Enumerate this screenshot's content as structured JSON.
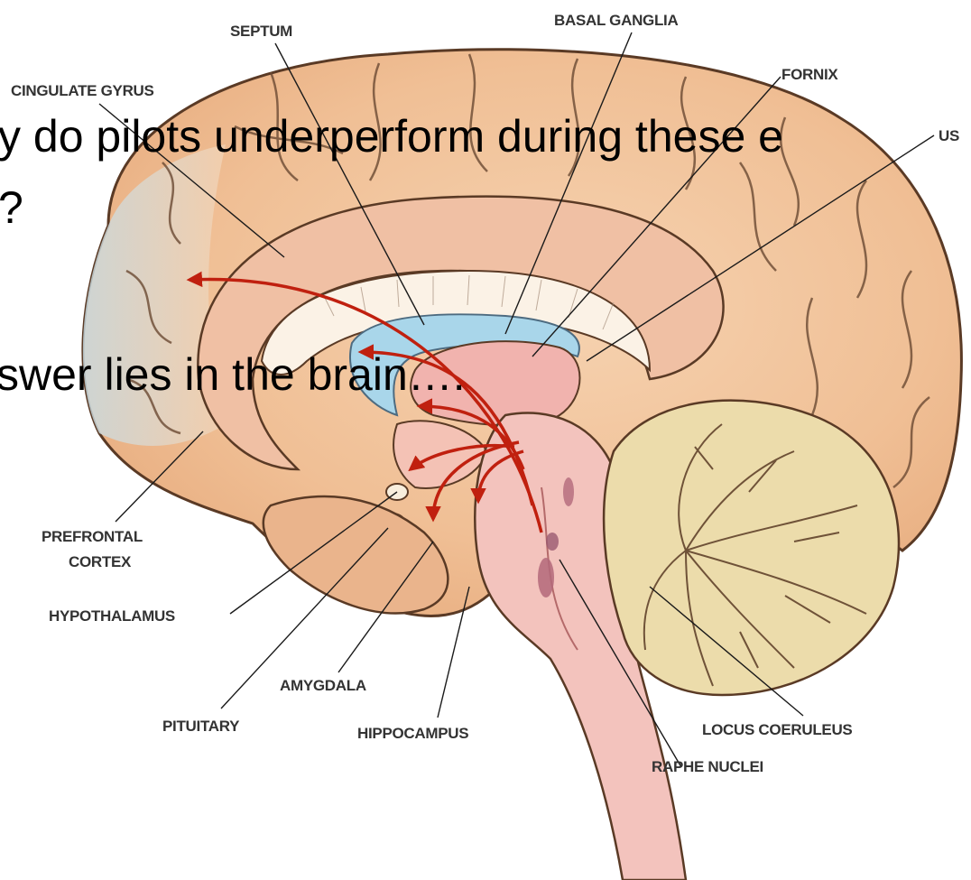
{
  "labels": {
    "septum": "SEPTUM",
    "basal_ganglia": "BASAL GANGLIA",
    "cingulate_gyrus": "CINGULATE GYRUS",
    "fornix": "FORNIX",
    "thalamus_partial": "US",
    "prefrontal_line1": "PREFRONTAL",
    "prefrontal_line2": "CORTEX",
    "hypothalamus": "HYPOTHALAMUS",
    "amygdala": "AMYGDALA",
    "pituitary": "PITUITARY",
    "hippocampus": "HIPPOCAMPUS",
    "locus_coeruleus": "LOCUS COERULEUS",
    "raphe_nuclei": "RAPHE NUCLEI"
  },
  "overlay": {
    "question_line1": "y do pilots underperform during these e",
    "question_line2": "?",
    "answer": "swer lies in the brain…."
  },
  "colors": {
    "cortex": "#f2c7a0",
    "cerebellum": "#e8d9a8",
    "ventricle": "#a9d6ea",
    "brainstem": "#f0b8b0",
    "arrows": "#c0200f"
  }
}
